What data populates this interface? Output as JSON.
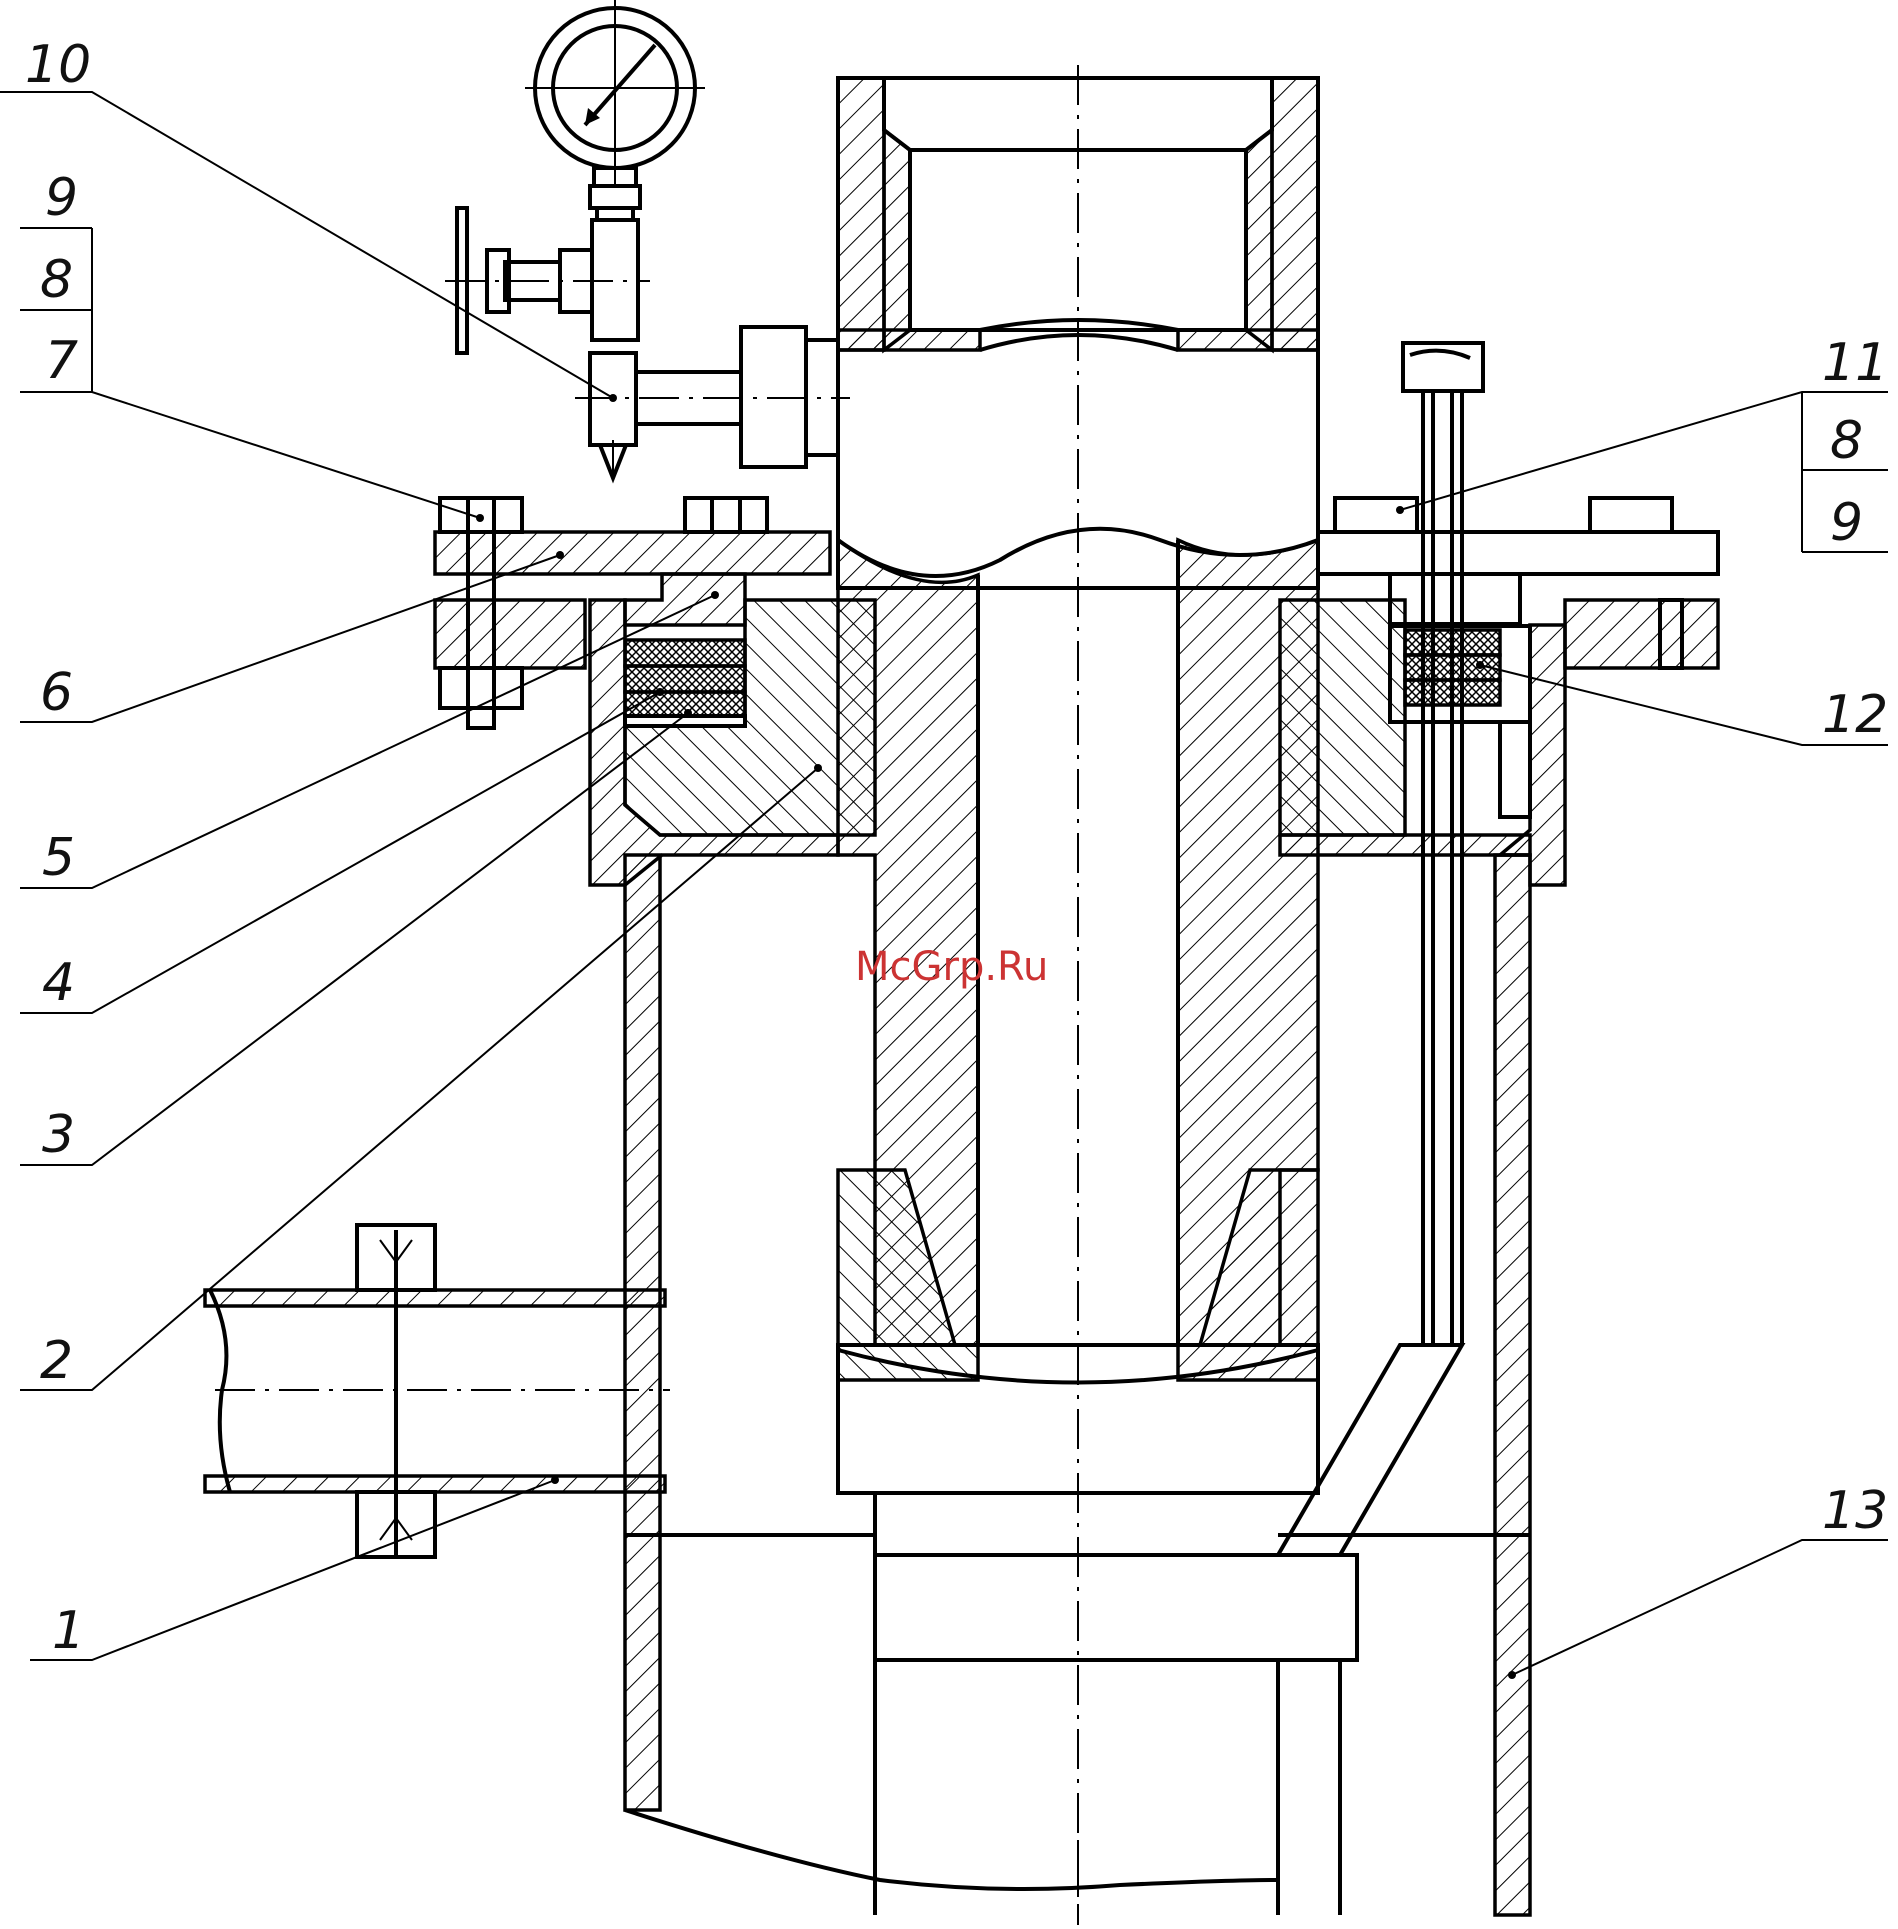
{
  "callouts": [
    {
      "id": "c10",
      "text": "10"
    },
    {
      "id": "c9l",
      "text": "9"
    },
    {
      "id": "c8l",
      "text": "8"
    },
    {
      "id": "c7l",
      "text": "7"
    },
    {
      "id": "c6",
      "text": "6"
    },
    {
      "id": "c5",
      "text": "5"
    },
    {
      "id": "c4",
      "text": "4"
    },
    {
      "id": "c3",
      "text": "3"
    },
    {
      "id": "c2",
      "text": "2"
    },
    {
      "id": "c1",
      "text": "1"
    },
    {
      "id": "c11",
      "text": "11"
    },
    {
      "id": "c8r",
      "text": "8"
    },
    {
      "id": "c9r",
      "text": "9"
    },
    {
      "id": "c12",
      "text": "12"
    },
    {
      "id": "c13",
      "text": "13"
    }
  ],
  "watermark": "McGrp.Ru",
  "colors": {
    "line": "#000000",
    "watermark": "#cc3333",
    "background": "#ffffff"
  }
}
